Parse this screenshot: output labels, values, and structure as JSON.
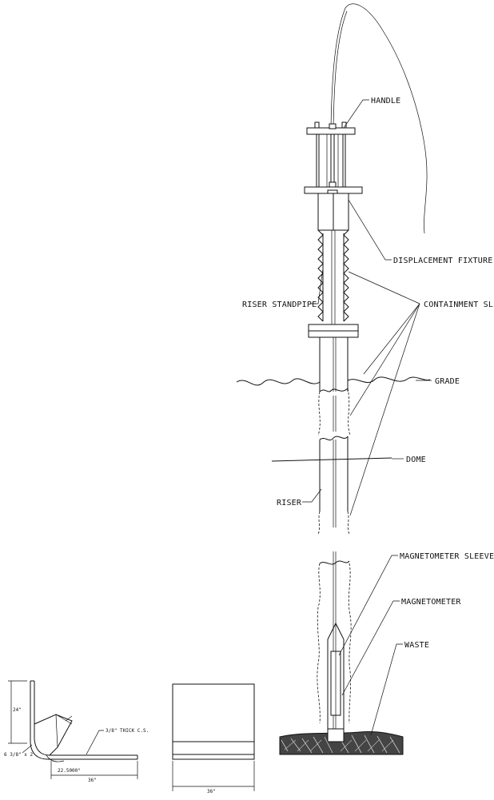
{
  "labels": {
    "handle": "HANDLE",
    "displacement_fixture": "DISPLACEMENT FIXTURE",
    "riser_standpipe": "RISER STANDPIPE",
    "containment_sleeve": "CONTAINMENT SLEEVE",
    "grade": "GRADE",
    "dome": "DOME",
    "riser": "RISER",
    "magnetometer_sleeve": "MAGNETOMETER SLEEVE",
    "magnetometer": "MAGNETOMETER",
    "waste": "WASTE"
  },
  "detail_left": {
    "height_dim": "24\"",
    "plate_note": "3/8\" THICK C.S.",
    "gusset_note": "6 3/8\" x 2",
    "angle_dim": "22.5000°",
    "width_dim": "36\""
  },
  "detail_right": {
    "width_dim": "36\""
  }
}
